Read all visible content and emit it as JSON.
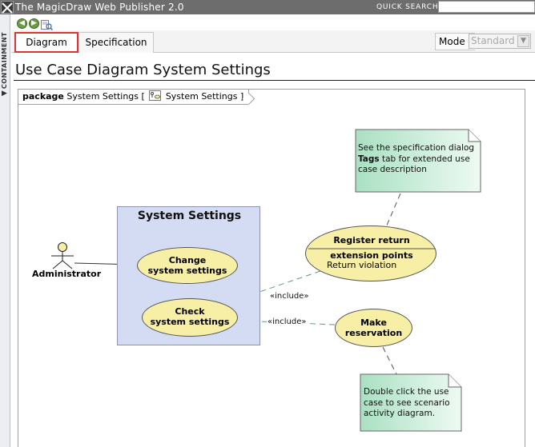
{
  "window": {
    "title": "The MagicDraw Web Publisher 2.0",
    "quick_search_label": "QUICK SEARCH:",
    "quick_search_value": ""
  },
  "containment": {
    "label": "CONTAINMENT"
  },
  "tabs": {
    "diagram": "Diagram",
    "specification": "Specification",
    "selected": "Diagram"
  },
  "mode": {
    "label": "Mode :",
    "value": "Standard"
  },
  "page": {
    "title": "Use Case Diagram System Settings"
  },
  "diagram": {
    "frame_keyword": "package",
    "frame_name": "System Settings [",
    "frame_diagram_name": "System Settings ]",
    "subject": "System Settings",
    "actor": "Administrator",
    "usecases": {
      "change": [
        "Change",
        "system settings"
      ],
      "check": [
        "Check",
        "system settings"
      ],
      "make": [
        "Make",
        "reservation"
      ],
      "register": {
        "name": "Register return",
        "extension_points_label": "extension points",
        "extension_point": "Return violation"
      }
    },
    "relationships": {
      "include_1": "«include»",
      "include_2": "«include»"
    },
    "notes": {
      "top": {
        "line1": "See the specification dialog",
        "bold": "Tags",
        "line2_rest": " tab for extended use",
        "line3": "case description"
      },
      "bottom": [
        "Double click the use",
        "case to see scenario",
        "activity diagram."
      ]
    }
  },
  "colors": {
    "titlebar": "#6d6d6d",
    "tab_highlight": "#d9363a",
    "subject_fill": "#d4dcf3",
    "usecase_fill": "#f7efa6",
    "note_fill": "#cfeedc"
  }
}
